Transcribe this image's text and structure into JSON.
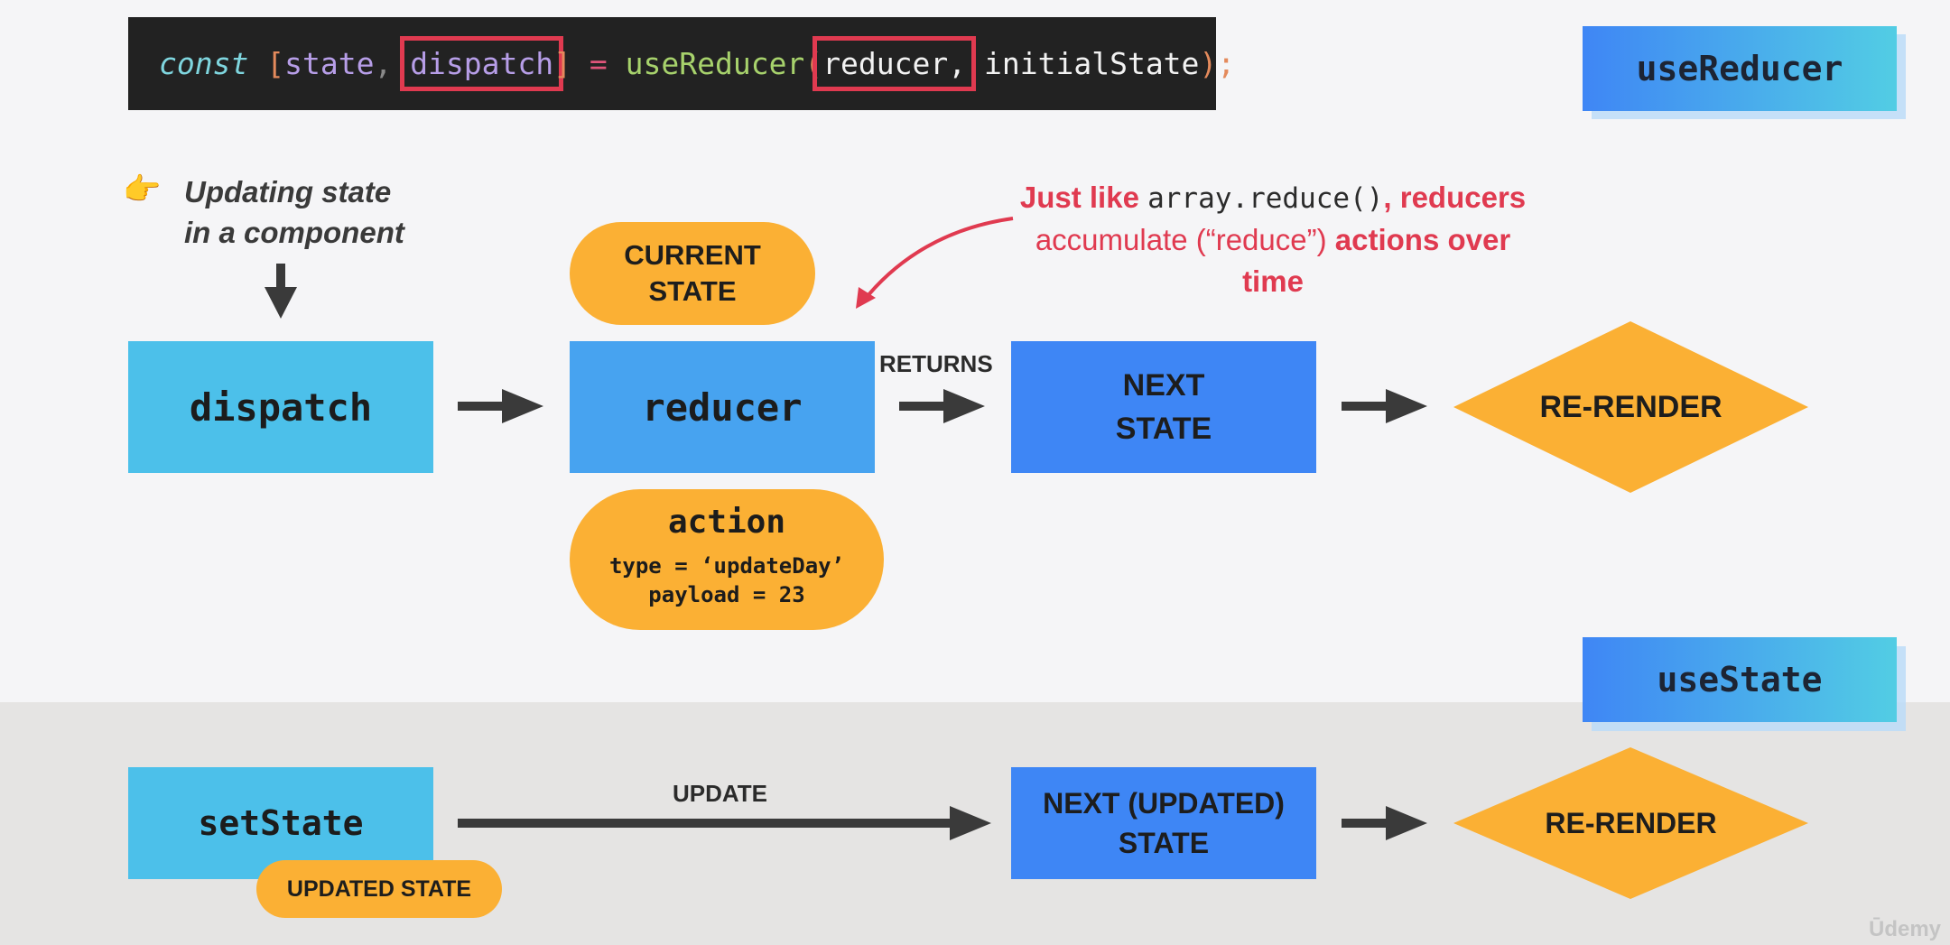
{
  "code": {
    "t1": "const",
    "t2": " [",
    "t3": "state",
    "t4": ", ",
    "t5": "dispatch",
    "t6": "]",
    "t7": " = ",
    "t8": "useReducer",
    "t9": "(",
    "t10": "reducer,",
    "t11": " initialState",
    "t12": ");"
  },
  "tags": {
    "use_reducer": "useReducer",
    "use_state": "useState"
  },
  "intro": {
    "emoji": "👉",
    "line1": "Updating state",
    "line2": "in a component"
  },
  "note": {
    "part1": "Just like ",
    "code": "array.reduce()",
    "part2": ", reducers",
    "part3": "accumulate (“reduce”) ",
    "part4": "actions over time"
  },
  "flow": {
    "dispatch": "dispatch",
    "reducer": "reducer",
    "current_state_l1": "CURRENT",
    "current_state_l2": "STATE",
    "returns": "RETURNS",
    "next_state_l1": "NEXT",
    "next_state_l2": "STATE",
    "rerender": "RE-RENDER",
    "action_title": "action",
    "action_type": "type = ‘updateDay’",
    "action_payload": "payload = 23"
  },
  "state_flow": {
    "setstate": "setState",
    "updated_state": "UPDATED STATE",
    "update": "UPDATE",
    "next_l1": "NEXT (UPDATED)",
    "next_l2": "STATE",
    "rerender": "RE-RENDER"
  },
  "watermark": "Ūdemy",
  "colors": {
    "orange": "#fbb034",
    "light_blue": "#4cc0ea",
    "mid_blue": "#47a3f0",
    "deep_blue": "#3e86f5",
    "accent_red": "#e03a50"
  }
}
